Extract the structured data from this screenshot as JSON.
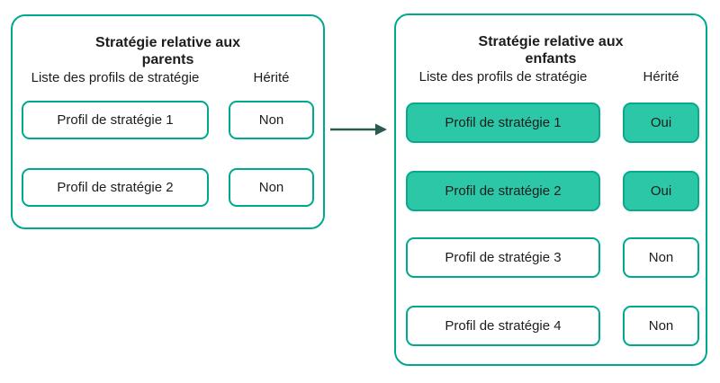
{
  "colors": {
    "panel_border": "#00a88e",
    "highlight_fill": "#2bc7a7",
    "highlight_border": "#0aa98c",
    "text": "#1d1d1b",
    "arrow": "#2b5a51",
    "background": "#ffffff"
  },
  "parent_panel": {
    "title": "Stratégie relative aux parents",
    "columns": {
      "profiles": "Liste des profils de stratégie",
      "inherited": "Hérité"
    },
    "rows": [
      {
        "profile": "Profil de stratégie 1",
        "inherited": "Non",
        "highlighted": false
      },
      {
        "profile": "Profil de stratégie 2",
        "inherited": "Non",
        "highlighted": false
      }
    ]
  },
  "child_panel": {
    "title": "Stratégie relative aux enfants",
    "columns": {
      "profiles": "Liste des profils de stratégie",
      "inherited": "Hérité"
    },
    "rows": [
      {
        "profile": "Profil de stratégie 1",
        "inherited": "Oui",
        "highlighted": true
      },
      {
        "profile": "Profil de stratégie 2",
        "inherited": "Oui",
        "highlighted": true
      },
      {
        "profile": "Profil de stratégie 3",
        "inherited": "Non",
        "highlighted": false
      },
      {
        "profile": "Profil de stratégie 4",
        "inherited": "Non",
        "highlighted": false
      }
    ]
  },
  "arrow": {
    "direction": "right",
    "meaning": "inheritance-flow"
  }
}
